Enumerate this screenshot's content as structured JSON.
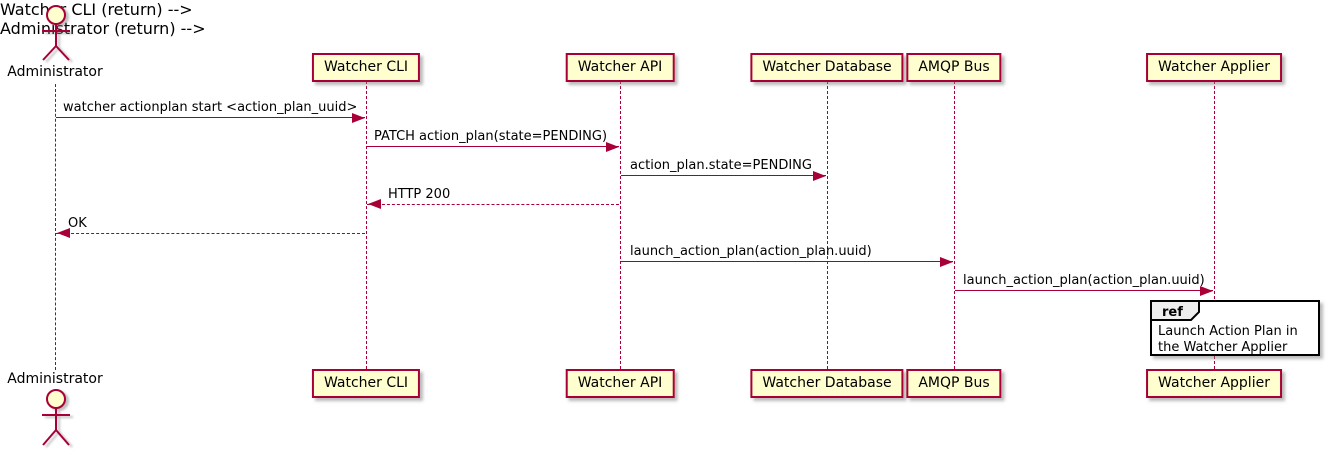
{
  "diagram": {
    "type": "sequence",
    "actor": {
      "name": "Administrator"
    },
    "participants": [
      {
        "name": "Watcher CLI"
      },
      {
        "name": "Watcher API"
      },
      {
        "name": "Watcher Database"
      },
      {
        "name": "AMQP Bus"
      },
      {
        "name": "Watcher Applier"
      }
    ],
    "messages": [
      {
        "label": "watcher actionplan start <action_plan_uuid>",
        "from": "Administrator",
        "to": "Watcher CLI",
        "line": "solid"
      },
      {
        "label": "PATCH action_plan(state=PENDING)",
        "from": "Watcher CLI",
        "to": "Watcher API",
        "line": "solid"
      },
      {
        "label": "action_plan.state=PENDING",
        "from": "Watcher API",
        "to": "Watcher Database",
        "line": "solid"
      },
      {
        "label": "HTTP 200",
        "from": "Watcher API",
        "to": "Watcher CLI",
        "line": "dashed"
      },
      {
        "label": "OK",
        "from": "Watcher CLI",
        "to": "Administrator",
        "line": "dashed"
      },
      {
        "label": "launch_action_plan(action_plan.uuid)",
        "from": "Watcher API",
        "to": "AMQP Bus",
        "line": "solid"
      },
      {
        "label": "launch_action_plan(action_plan.uuid)",
        "from": "AMQP Bus",
        "to": "Watcher Applier",
        "line": "solid"
      }
    ],
    "ref": {
      "keyword": "ref",
      "text": "Launch Action Plan in the Watcher Applier"
    },
    "colors": {
      "line": "#A80036",
      "participant_fill": "#FEFECE",
      "participant_border": "#A80036",
      "actor_head_fill": "#FEFECE",
      "text": "#000000",
      "ref_border": "#000000",
      "ref_tab_fill": "#EEEEEE",
      "background": "#FFFFFF"
    }
  }
}
